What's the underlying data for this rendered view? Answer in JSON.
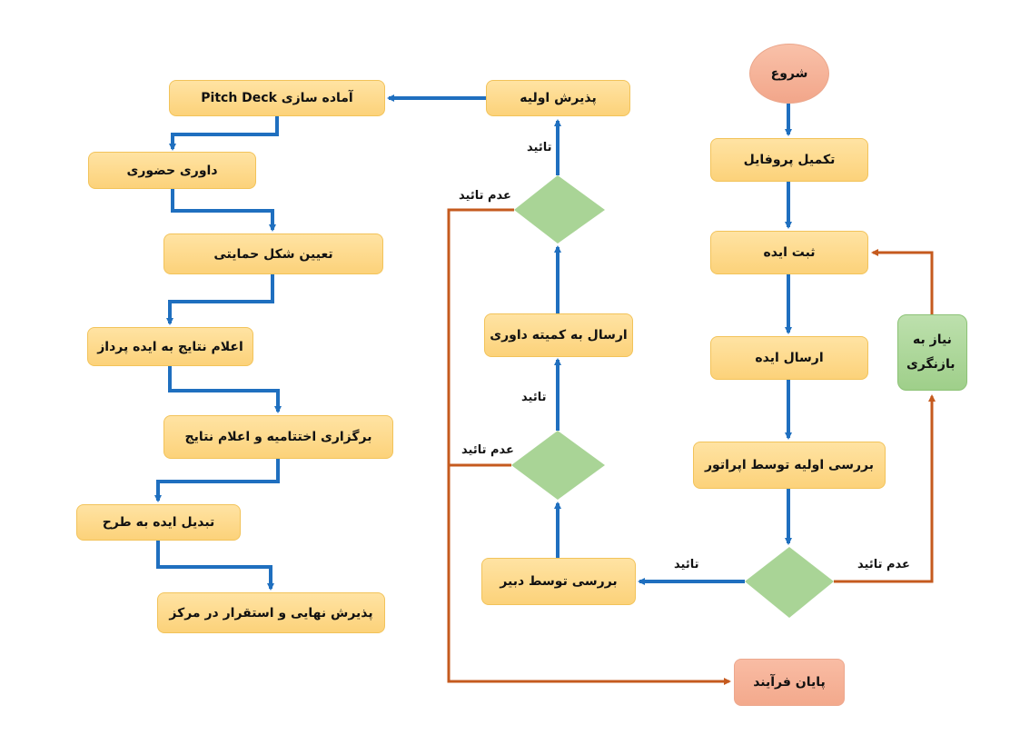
{
  "colors": {
    "flow_blue": "#1f6fbf",
    "reject_orange": "#c55a1e",
    "process_fill": "#fcd27a",
    "decision_fill": "#a9d496",
    "terminal_fill": "#f3a98c"
  },
  "nodes": {
    "start": "شروع",
    "complete_profile": "تکمیل پروفایل",
    "register_idea": "ثبت ایده",
    "send_idea": "ارسال ایده",
    "operator_review": "بررسی اولیه توسط اپراتور",
    "revision_needed": "نیاز به بازنگری",
    "secretary_review": "بررسی توسط دبیر",
    "send_to_committee": "ارسال به کمیته داوری",
    "initial_acceptance": "پذیرش اولیه",
    "pitch_deck": "آماده سازی Pitch Deck",
    "in_person_judging": "داوری حضوری",
    "support_type": "تعیین شکل حمایتی",
    "announce_results": "اعلام نتایج به ایده پرداز",
    "closing_ceremony": "برگزاری اختتامیه و اعلام نتایج",
    "idea_to_plan": "تبدیل ایده به طرح",
    "final_acceptance": "پذیرش نهایی و استقرار در مرکز",
    "end_process": "پایان فرآیند"
  },
  "edge_labels": {
    "approve": "تائید",
    "reject": "عدم تائید"
  }
}
